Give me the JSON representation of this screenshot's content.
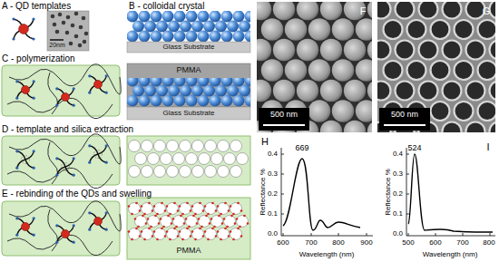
{
  "diagram": {
    "labels": [
      "A - QD templates",
      "20nm",
      "B - colloidal crystal",
      "Glass Substrate",
      "C - polymerization",
      "PMMA",
      "Glass Substrate",
      "D - template and silica extraction",
      "E - rebinding of the QDs and swelling",
      "PMMA",
      "F",
      "500 nm",
      "G",
      "500 nm",
      "H",
      "669",
      "Reflectance %",
      "0.4",
      "0.3",
      "0.2",
      "0.1",
      "0.0",
      "600",
      "700",
      "800",
      "900",
      "Wavelength (nm)",
      "I",
      "524",
      "Reflectance %",
      "0.4",
      "0.3",
      "0.2",
      "0.1",
      "0.0",
      "500",
      "600",
      "700",
      "800",
      "Wavelength (nm)"
    ]
  }
}
